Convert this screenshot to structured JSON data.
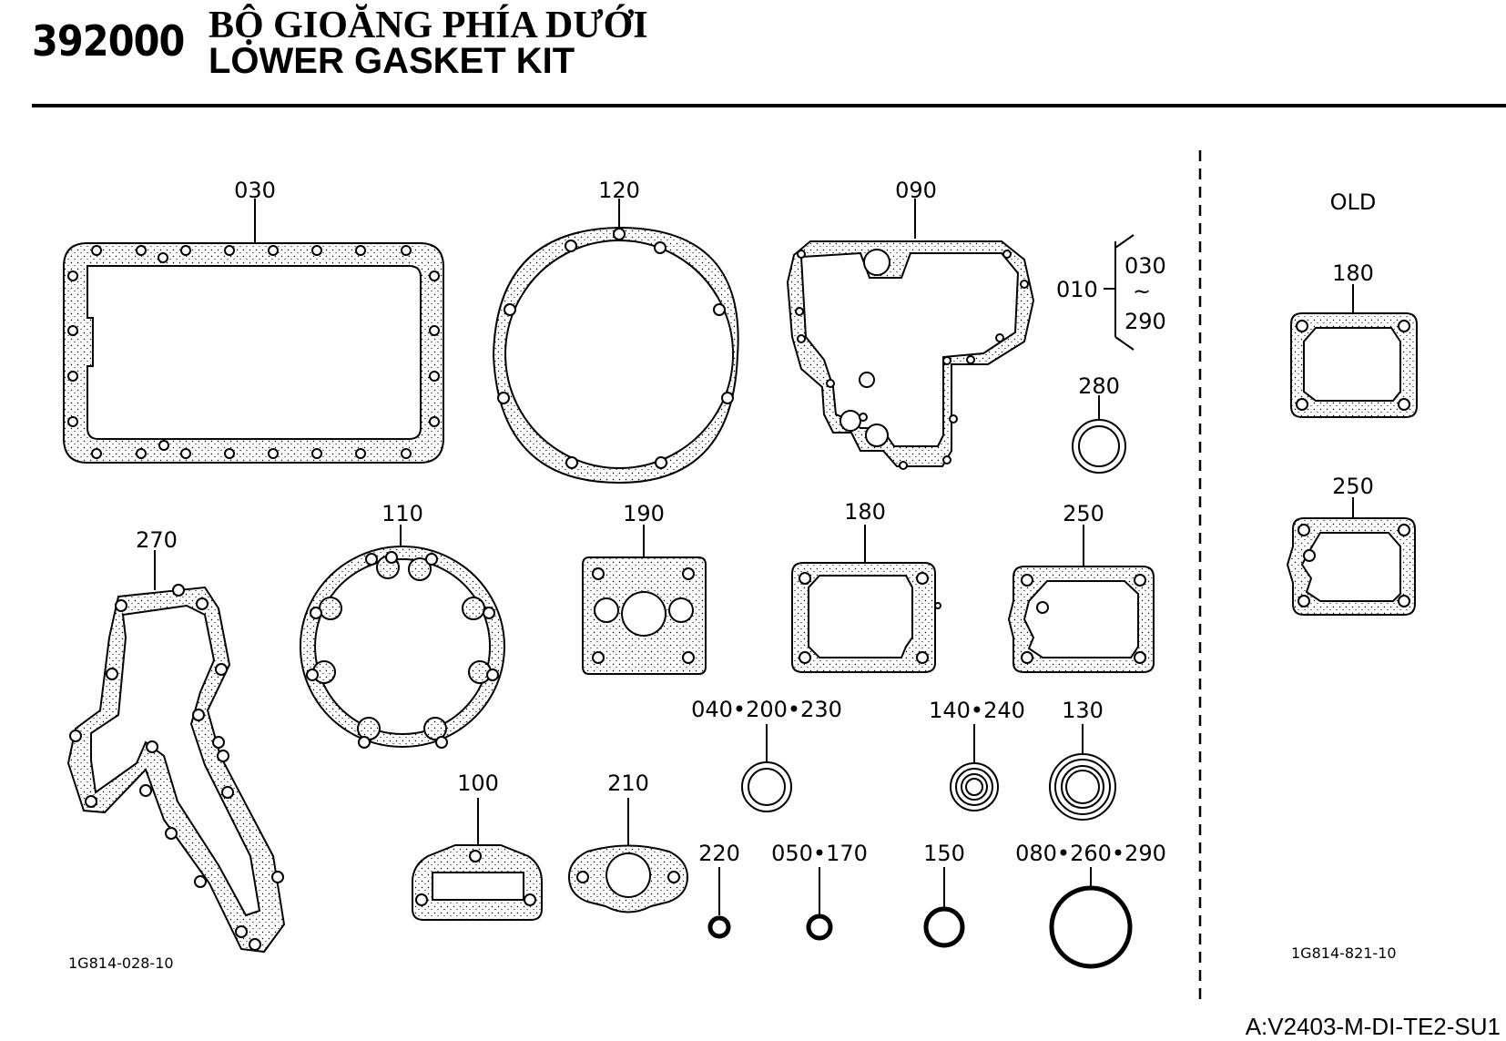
{
  "header": {
    "page_number": "392000",
    "title_vi": "BỘ GIOĂNG PHÍA DƯỚI",
    "title_en": "LOWER GASKET KIT"
  },
  "labels": {
    "p030": "030",
    "p120": "120",
    "p090": "090",
    "p010": "010",
    "range_start": "030",
    "range_tilde": "~",
    "range_end": "290",
    "p280": "280",
    "p270": "270",
    "p110": "110",
    "p190": "190",
    "p180": "180",
    "p250": "250",
    "p040_200_230": "040•200•230",
    "p140_240": "140•240",
    "p130": "130",
    "p100": "100",
    "p210": "210",
    "p220": "220",
    "p050_170": "050•170",
    "p150": "150",
    "p080_260_290": "080•260•290",
    "old_heading": "OLD",
    "old_180": "180",
    "old_250": "250"
  },
  "drawing_codes": {
    "left": "1G814-028-10",
    "right": "1G814-821-10"
  },
  "footer": {
    "model_code": "A:V2403-M-DI-TE2-SU1"
  }
}
